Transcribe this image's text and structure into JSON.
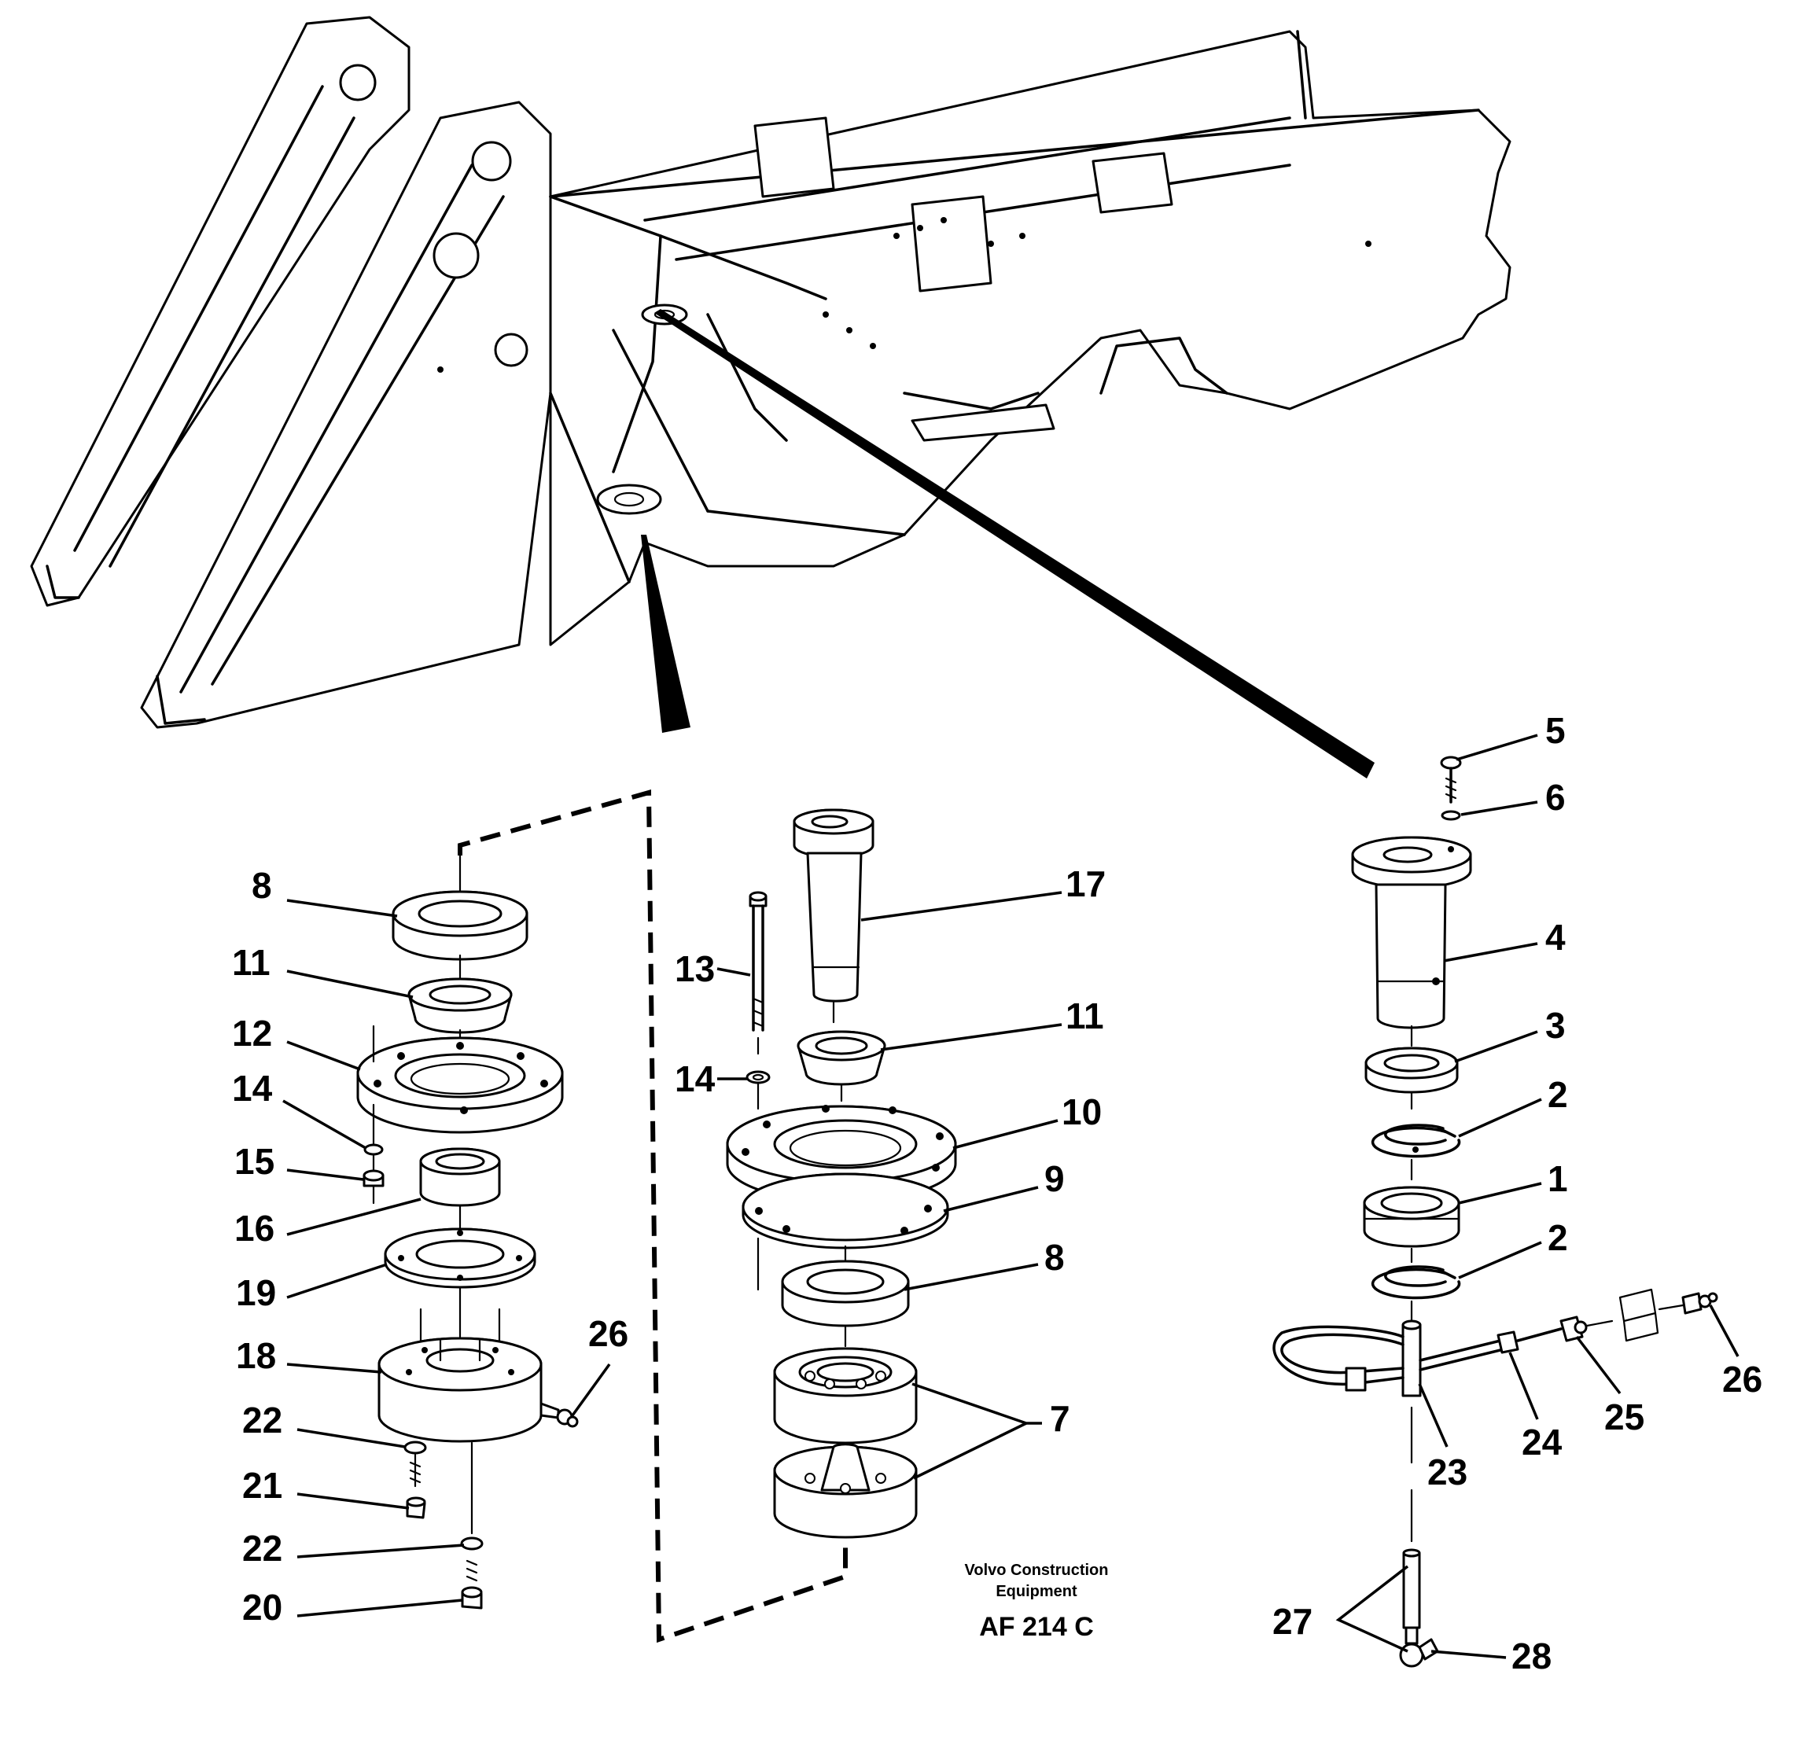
{
  "callouts": {
    "c1": "1",
    "c2a": "2",
    "c2b": "2",
    "c3": "3",
    "c4": "4",
    "c5": "5",
    "c6": "6",
    "c7": "7",
    "c8a": "8",
    "c8b": "8",
    "c9": "9",
    "c10": "10",
    "c11a": "11",
    "c11b": "11",
    "c12": "12",
    "c13": "13",
    "c14a": "14",
    "c14b": "14",
    "c15": "15",
    "c16": "16",
    "c17": "17",
    "c18": "18",
    "c19": "19",
    "c20": "20",
    "c21": "21",
    "c22a": "22",
    "c22b": "22",
    "c23": "23",
    "c24": "24",
    "c25": "25",
    "c26a": "26",
    "c26b": "26",
    "c27": "27",
    "c28": "28"
  },
  "caption": {
    "line1": "Volvo Construction",
    "line2": "Equipment",
    "code": "AF 214 C"
  }
}
